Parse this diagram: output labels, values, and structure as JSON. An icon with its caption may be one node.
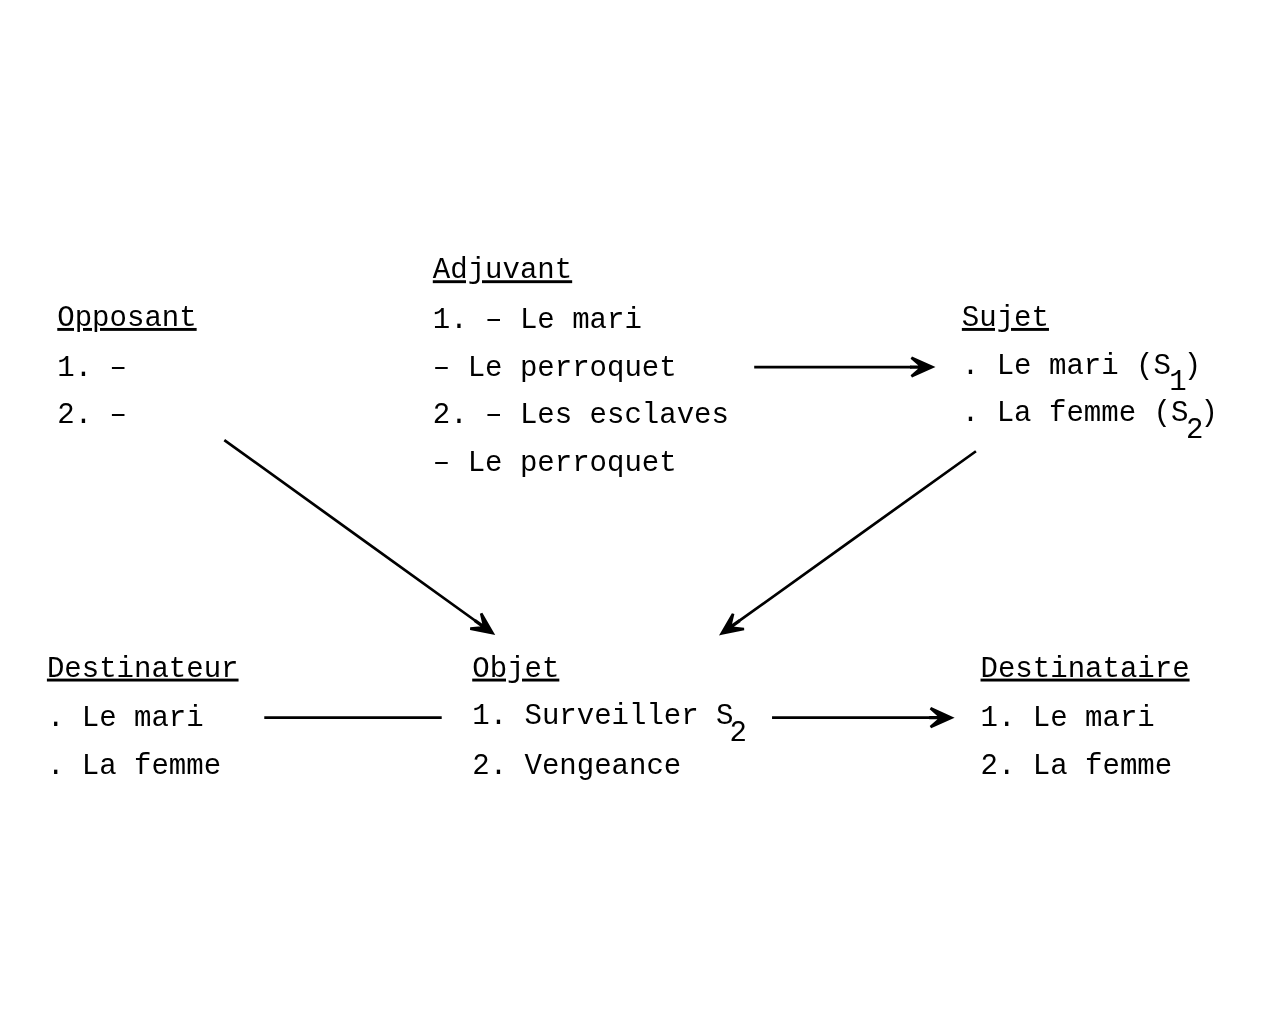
{
  "diagram": {
    "nodes": [
      {
        "text": [
          "Opposant",
          "1. –",
          "2. –"
        ]
      },
      {
        "text": [
          "Destinateur",
          ". Le mari",
          ". La femme"
        ]
      },
      {
        "text": [
          "Objet",
          "1. Surveiller S$_{2}$",
          "2. Vengeance"
        ]
      },
      {
        "text": [
          "Destinataire",
          "1. Le mari",
          "2. La femme"
        ]
      },
      {
        "text": [
          "Sujet",
          ". Le mari (S$_{1}$)",
          ". La femme (S$_{2}$)"
        ]
      },
      {
        "text": [
          "Adjuvant",
          "1. – Le mari",
          "– Le perroquet",
          "2. – Les esclaves",
          "– Le perroquet"
        ]
      }
    ],
    "edges": [
      {
        "from": 0,
        "to": 2,
        "arrow": "to"
      },
      {
        "from": 1,
        "to": 2,
        "arrow": "none"
      },
      {
        "from": 2,
        "to": 3,
        "arrow": "to"
      },
      {
        "from": 4,
        "to": 2,
        "arrow": "to"
      },
      {
        "from": 5,
        "to": 4,
        "arrow": "to"
      }
    ]
  }
}
